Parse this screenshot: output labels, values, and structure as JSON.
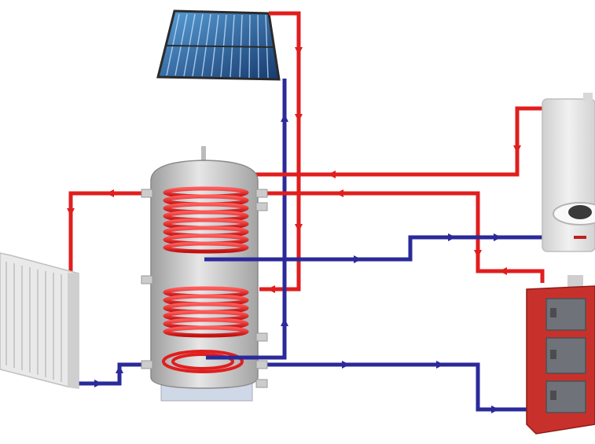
{
  "colors": {
    "hot": "#e01e1e",
    "cold": "#2a2a9a",
    "tank_body": "#d4d4d4",
    "tank_shade": "#a9a9a9",
    "panel": "#1f4f8f",
    "radiator": "#f2f2f2",
    "boiler": "#e7e7e7",
    "stove": "#c8312b",
    "stove_door": "#6f7278"
  },
  "components": [
    {
      "name": "solar-collector",
      "icon": "solar-panel-icon"
    },
    {
      "name": "storage-tank",
      "icon": "tank-icon"
    },
    {
      "name": "radiator",
      "icon": "radiator-icon"
    },
    {
      "name": "gas-boiler",
      "icon": "wall-boiler-icon"
    },
    {
      "name": "solid-fuel-boiler",
      "icon": "stove-icon"
    }
  ],
  "flows": {
    "supply": "hot",
    "return": "cold"
  }
}
